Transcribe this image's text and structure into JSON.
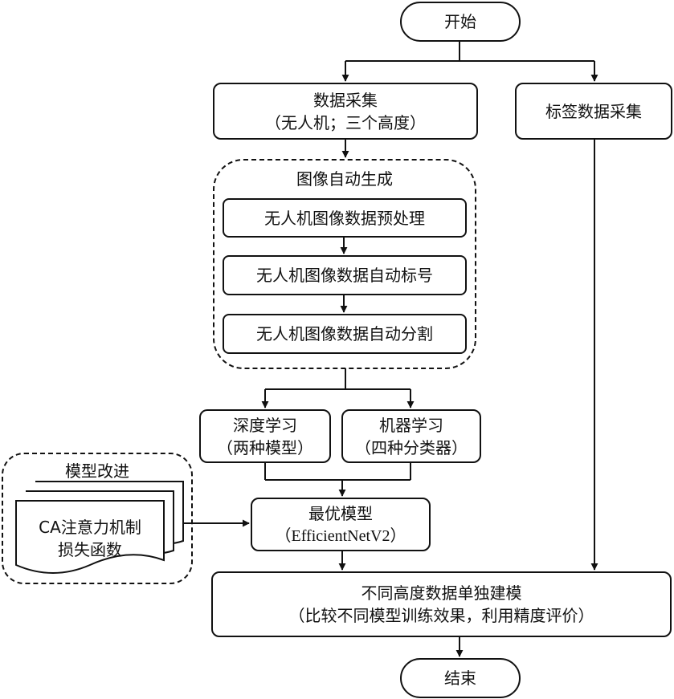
{
  "start": "开始",
  "end": "结束",
  "data_collection": {
    "title": "数据采集",
    "detail": "（无人机；三个高度）"
  },
  "label_collection": "标签数据采集",
  "auto_generation": {
    "title": "图像自动生成",
    "steps": [
      "无人机图像数据预处理",
      "无人机图像数据自动标号",
      "无人机图像数据自动分割"
    ]
  },
  "deep_learning": {
    "title": "深度学习",
    "detail": "（两种模型）"
  },
  "machine_learning": {
    "title": "机器学习",
    "detail": "（四种分类器）"
  },
  "model_improvement": {
    "title": "模型改进",
    "line1": "CA注意力机制",
    "line2": "损失函数"
  },
  "best_model": {
    "title": "最优模型",
    "detail": "（EfficientNetV2）"
  },
  "separate_modeling": {
    "title": "不同高度数据单独建模",
    "detail": "（比较不同模型训练效果，利用精度评价）"
  }
}
